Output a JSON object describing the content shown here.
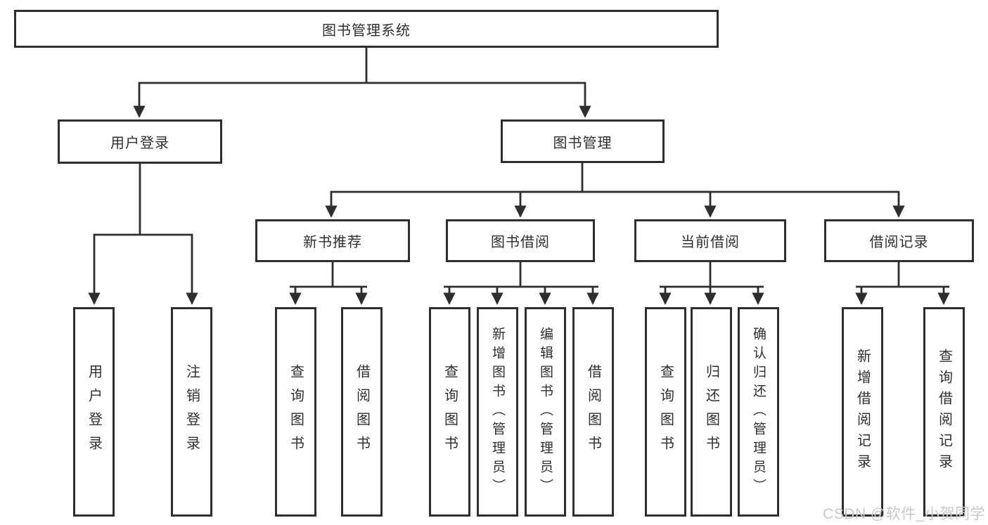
{
  "diagram_title": "图书管理系统",
  "tree": {
    "root": "图书管理系统",
    "branches": [
      {
        "label": "用户登录",
        "children": [
          "用户登录",
          "注销登录"
        ]
      },
      {
        "label": "图书管理",
        "children": [
          {
            "label": "新书推荐",
            "children": [
              "查询图书",
              "借阅图书"
            ]
          },
          {
            "label": "图书借阅",
            "children": [
              "查询图书",
              "新增图书（管理员）",
              "编辑图书（管理员）",
              "借阅图书"
            ]
          },
          {
            "label": "当前借阅",
            "children": [
              "查询图书",
              "归还图书",
              "确认归还（管理员）"
            ]
          },
          {
            "label": "借阅记录",
            "children": [
              "新增借阅记录",
              "查询借阅记录"
            ]
          }
        ]
      }
    ]
  },
  "watermark": {
    "text": "CSDN @软件_小贺同学"
  },
  "colors": {
    "background": "#ffffff",
    "line": "#2e2e2e",
    "box_border": "#2e2e2e",
    "box_fill": "#ffffff",
    "text": "#2f2f2f",
    "watermark": "#c8c8c8"
  }
}
